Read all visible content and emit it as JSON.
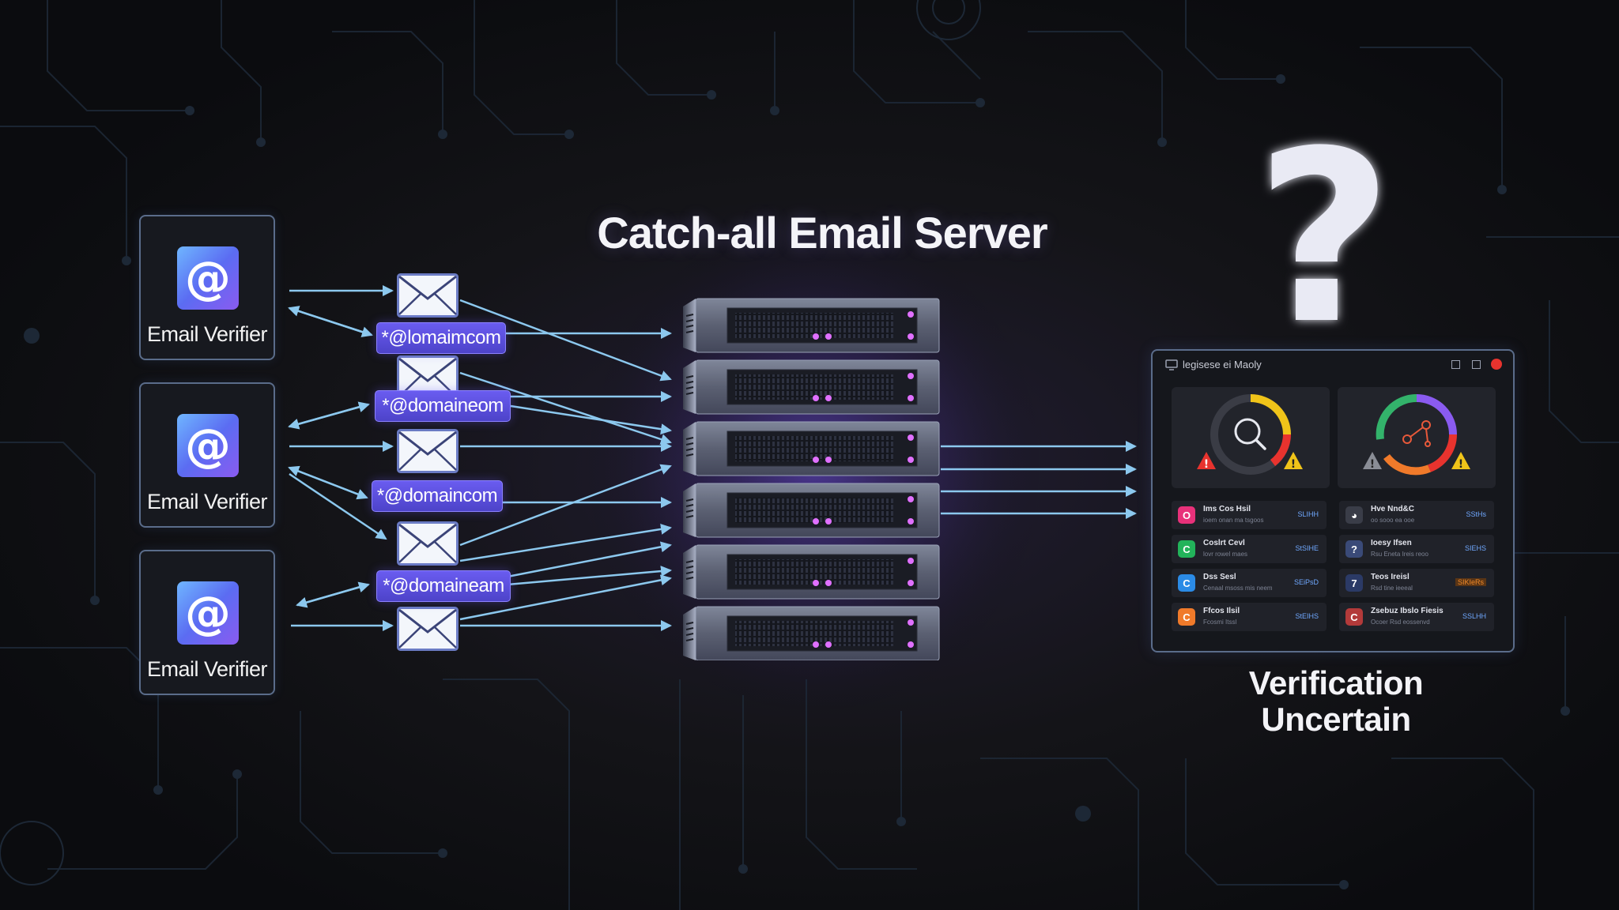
{
  "title": "Catch-all Email Server",
  "verifiers": [
    {
      "label": "Email Verifier",
      "icon": "at-sign-icon"
    },
    {
      "label": "Email Verifier",
      "icon": "at-sign-icon"
    },
    {
      "label": "Email Verifier",
      "icon": "at-sign-icon"
    }
  ],
  "at_symbol": "@",
  "address_pills": [
    "*@lomaimcom",
    "*@domaineom",
    "*@domaincom",
    "*@domaineam"
  ],
  "server": {
    "units": 6,
    "led_color": "#e070ff"
  },
  "panel": {
    "title": "legisese ei Maoly",
    "rows_left": [
      {
        "title": "Ims Cos Hsil",
        "sub": "ioem onan ma tsgoos",
        "status": "SLIHH",
        "icon_color": "#e8317a",
        "icon_glyph": "O"
      },
      {
        "title": "Coslrt Cevl",
        "sub": "lovr rowel maes",
        "status": "StSIHE",
        "icon_color": "#22b35a",
        "icon_glyph": "C"
      },
      {
        "title": "Dss Sesl",
        "sub": "Cenaal msoss mis neem",
        "status": "SEiPsD",
        "icon_color": "#2b8be6",
        "icon_glyph": "C"
      },
      {
        "title": "Ffcos Ilsil",
        "sub": "Fcosmi Itssl",
        "status": "StEIHS",
        "icon_color": "#f07a2a",
        "icon_glyph": "C"
      }
    ],
    "rows_right": [
      {
        "title": "Hve Nnd&C",
        "sub": "oo sooo ea ooe",
        "status": "SStHs",
        "icon_color": "#3a3d48",
        "icon_glyph": "◕",
        "status_color": "#6fa8ff"
      },
      {
        "title": "Ioesy Ifsen",
        "sub": "Rsu Eneta Ireis reoo",
        "status": "SIEHS",
        "icon_color": "#3a4a78",
        "icon_glyph": "?",
        "status_color": "#6fa8ff"
      },
      {
        "title": "Teos Ireisl",
        "sub": "Rsd tine ieeeal",
        "status": "SIKIeRs",
        "icon_color": "#2b3a66",
        "icon_glyph": "7",
        "status_color": "#f08a2a"
      },
      {
        "title": "Zsebuz Ibslo Fiesis",
        "sub": "Ocoer Rsd eossenvd",
        "status": "SSLHH",
        "icon_color": "#b33a3a",
        "icon_glyph": "C",
        "status_color": "#6fa8ff"
      }
    ]
  },
  "verification_status": {
    "line1": "Verification",
    "line2": "Uncertain"
  },
  "question_mark": "?",
  "colors": {
    "arrow": "#8cc8ee",
    "pill": "#5a4fe0",
    "warning": "#f0c419",
    "danger": "#e8332e"
  }
}
